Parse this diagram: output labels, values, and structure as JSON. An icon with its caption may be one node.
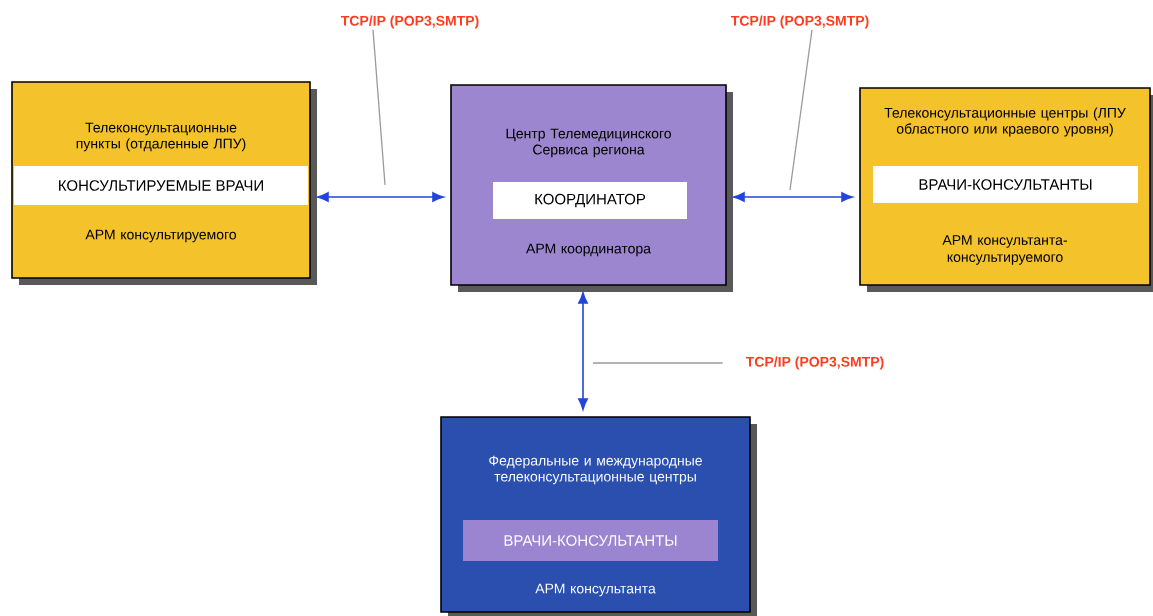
{
  "diagram": {
    "nodes": [
      {
        "text": [
          "Телеконсультационные пункты (отдаленные ЛПУ)",
          "АРМ консультируемого"
        ]
      },
      {
        "text": [
          "КОНСУЛЬТИРУЕМЫЕ ВРАЧИ"
        ],
        "in": 0
      },
      {
        "text": [
          "Центр Телемедицинского Сервиса региона",
          "АРМ координатора"
        ]
      },
      {
        "text": [
          "КООРДИНАТОР"
        ],
        "in": 2
      },
      {
        "text": [
          "Телеконсультационные центры (ЛПУ областного или краевого уровня)",
          "АРМ консультанта-консультируемого"
        ]
      },
      {
        "text": [
          "ВРАЧИ-КОНСУЛЬТАНТЫ"
        ],
        "in": 4
      },
      {
        "text": [
          "Федеральные и международные телеконсультационные центры",
          "АРМ консультанта"
        ]
      },
      {
        "text": [
          "ВРАЧИ-КОНСУЛЬТАНТЫ"
        ],
        "in": 6
      },
      {
        "text": [
          "TCP/IP (POP3,SMTP)"
        ]
      },
      {
        "text": [
          "TCP/IP (POP3,SMTP)"
        ]
      },
      {
        "text": [
          "TCP/IP (POP3,SMTP)"
        ]
      }
    ],
    "edges": [
      {
        "from": 0,
        "to": 2,
        "arrow": "both"
      },
      {
        "from": 2,
        "to": 4,
        "arrow": "both"
      },
      {
        "from": 2,
        "to": 6,
        "arrow": "both"
      },
      {
        "from": 8,
        "to": null,
        "arrow": "none",
        "color": "#9a9a9a"
      },
      {
        "from": 9,
        "to": null,
        "arrow": "none",
        "color": "#9a9a9a"
      },
      {
        "from": 10,
        "to": null,
        "arrow": "none",
        "color": "#9a9a9a"
      }
    ]
  }
}
